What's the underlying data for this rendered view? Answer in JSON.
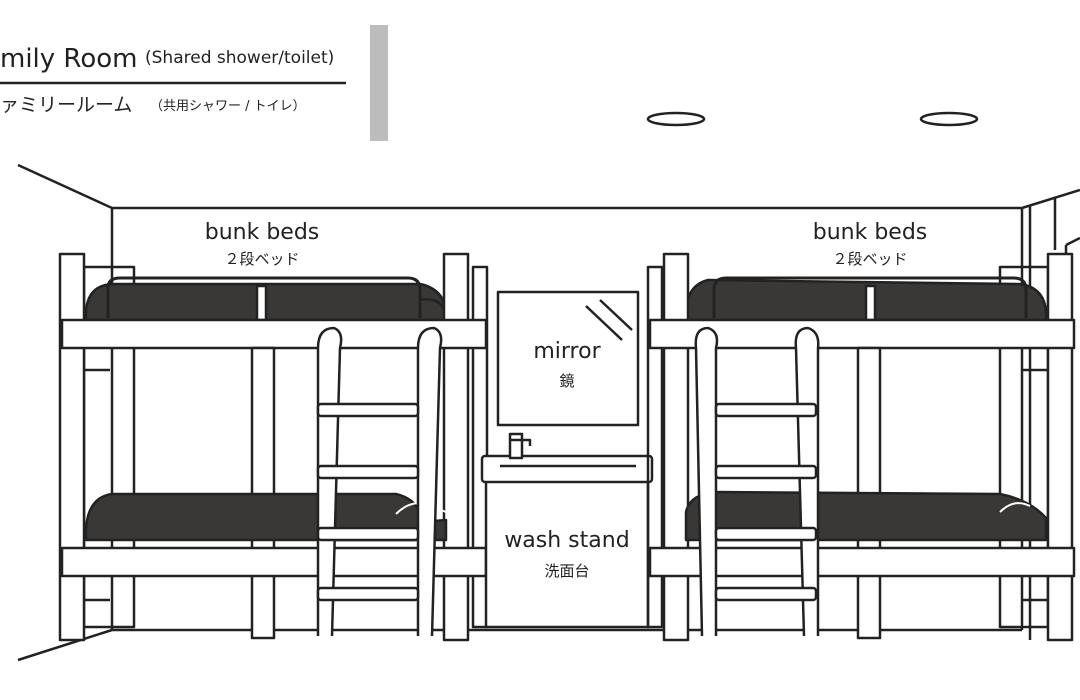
{
  "title": {
    "english": "mily Room",
    "english_note": "(Shared shower/toilet)",
    "japanese": "ァミリールーム",
    "japanese_note": "（共用シャワー / トイレ）"
  },
  "labels": {
    "bunk_left_en": "bunk beds",
    "bunk_left_jp": "２段ベッド",
    "bunk_right_en": "bunk beds",
    "bunk_right_jp": "２段ベッド",
    "mirror_en": "mirror",
    "mirror_jp": "鏡",
    "wash_en": "wash stand",
    "wash_jp": "洗面台"
  },
  "colors": {
    "line": "#222222",
    "mattress": "#3a3836",
    "divider": "#bcbcbc"
  }
}
